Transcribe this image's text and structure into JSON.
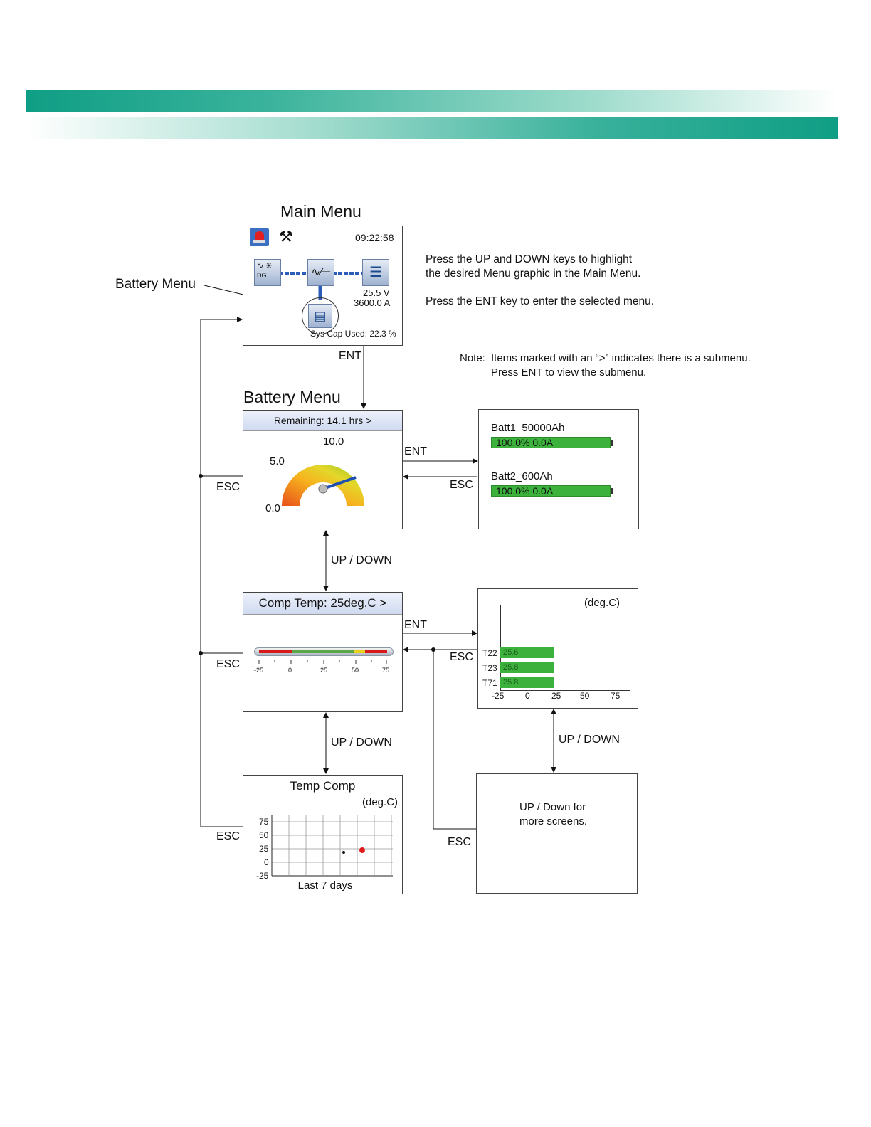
{
  "main_menu": {
    "title": "Main Menu",
    "time": "09:22:58",
    "voltage": "25.5 V",
    "current": "3600.0 A",
    "sys_cap": "Sys Cap Used: 22.3 %",
    "icon_dg_label": "DG"
  },
  "callout": {
    "battery_menu": "Battery Menu"
  },
  "instructions": {
    "line1": "Press the UP and DOWN keys to highlight",
    "line2": "the desired Menu graphic in the Main Menu.",
    "line3": "Press the ENT key to enter the selected menu.",
    "note_label": "Note:",
    "note1": "Items marked with an “>” indicates there is a submenu.",
    "note2": "Press ENT to view the submenu."
  },
  "battery_menu": {
    "title": "Battery Menu",
    "header": "Remaining: 14.1 hrs >",
    "gauge_labels": {
      "max": "10.0",
      "mid": "5.0",
      "min": "0.0"
    }
  },
  "battery_list": {
    "items": [
      {
        "name": "Batt1_50000Ah",
        "status": "100.0% 0.0A",
        "level": 1.0
      },
      {
        "name": "Batt2_600Ah",
        "status": "100.0% 0.0A",
        "level": 1.0
      }
    ]
  },
  "comp_temp": {
    "header": "Comp Temp: 25deg.C >",
    "ticks": [
      "-25",
      "0",
      "25",
      "50",
      "75"
    ]
  },
  "temp_sensors": {
    "unit": "(deg.C)",
    "rows": [
      {
        "label": "T22",
        "value": "25.6"
      },
      {
        "label": "T23",
        "value": "25.8"
      },
      {
        "label": "T71",
        "value": "25.8"
      }
    ],
    "ticks": [
      "-25",
      "0",
      "25",
      "50",
      "75"
    ]
  },
  "temp_comp": {
    "title": "Temp Comp",
    "unit": "(deg.C)",
    "yticks": [
      "75",
      "50",
      "25",
      "0",
      "-25"
    ],
    "xlabel": "Last 7 days"
  },
  "more_screens": {
    "line1": "UP / Down for",
    "line2": "more screens."
  },
  "nav": {
    "ent": "ENT",
    "esc": "ESC",
    "updown": "UP / DOWN"
  },
  "colors": {
    "band": "#0f9e85",
    "bar_green": "#3cb13c",
    "marker_red": "#e01b1b"
  }
}
